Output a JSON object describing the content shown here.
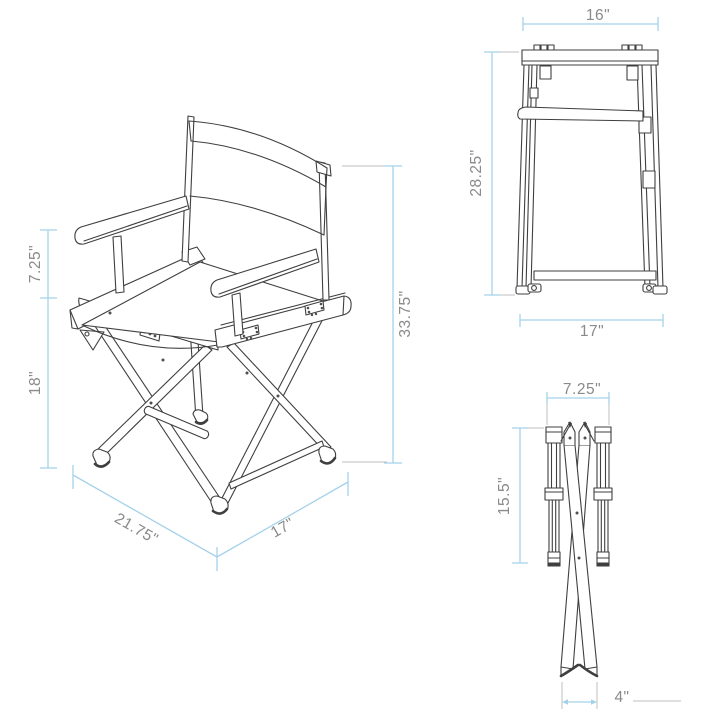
{
  "figure": {
    "subject": "folding directors chair dimensioned line drawing",
    "views": [
      "perspective",
      "side",
      "folded"
    ]
  },
  "labels": {
    "persp_arm_height": "7.25\"",
    "persp_seat_height": "18\"",
    "persp_overall_height": "33.75\"",
    "persp_depth": "21.75\"",
    "persp_width": "17\"",
    "side_top_width": "16\"",
    "side_height": "28.25\"",
    "side_bottom_width": "17\"",
    "folded_top_width": "7.25\"",
    "folded_upper_height": "15.5\"",
    "folded_base_width": "4\""
  },
  "colors": {
    "background": "#ffffff",
    "drawing_line": "#3f3f3f",
    "dimension_blue": "#a5d2ea",
    "label_gray": "#8a8a8a",
    "extension_gray": "#bfbfbf"
  }
}
